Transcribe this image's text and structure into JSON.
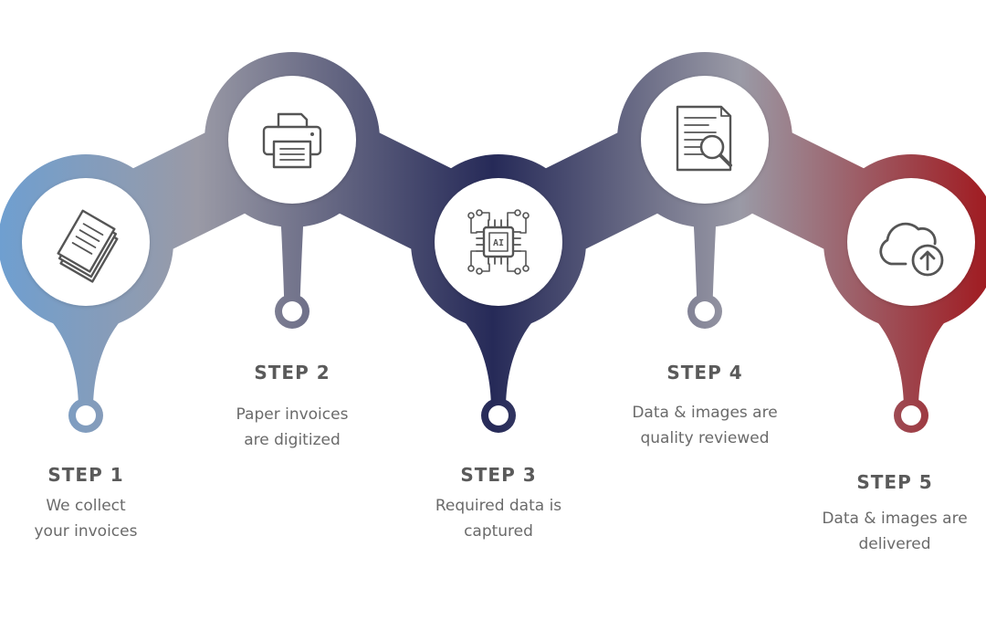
{
  "colors": {
    "step1": "#6f9fd0",
    "step2": "#9a9aa6",
    "step3": "#262a58",
    "step4": "#9a9aa6",
    "step5": "#a01c22",
    "icon": "#555555",
    "title_text": "#5a5a5a",
    "desc_text": "#6a6a6a"
  },
  "steps": [
    {
      "title": "STEP 1",
      "desc_lines": [
        "We collect",
        "your invoices"
      ],
      "icon": "documents-icon"
    },
    {
      "title": "STEP 2",
      "desc_lines": [
        "Paper invoices",
        "are digitized"
      ],
      "icon": "printer-icon"
    },
    {
      "title": "STEP 3",
      "desc_lines": [
        "Required data is",
        "captured"
      ],
      "icon": "ai-chip-icon",
      "icon_label": "AI"
    },
    {
      "title": "STEP 4",
      "desc_lines": [
        "Data & images are",
        "quality reviewed"
      ],
      "icon": "document-search-icon"
    },
    {
      "title": "STEP 5",
      "desc_lines": [
        "Data & images are",
        "delivered"
      ],
      "icon": "cloud-upload-icon"
    }
  ]
}
